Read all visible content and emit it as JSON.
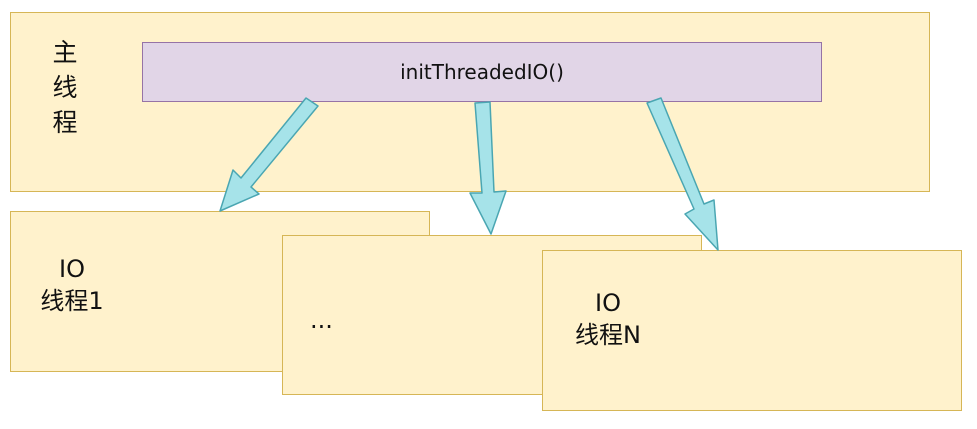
{
  "main_thread": {
    "label": "主线程"
  },
  "function_call": {
    "label": "initThreadedIO()"
  },
  "io_thread_first": {
    "label_line1": "IO",
    "label_line2": "线程1"
  },
  "io_thread_middle": {
    "label": "..."
  },
  "io_thread_last": {
    "label_line1": "IO",
    "label_line2": "线程N"
  },
  "colors": {
    "thread_fill": "#fff2cc",
    "thread_border": "#d6b656",
    "call_fill": "#e1d5e7",
    "call_border": "#9673a6",
    "arrow_fill": "#a6e3e9",
    "arrow_border": "#4aa6b2"
  }
}
